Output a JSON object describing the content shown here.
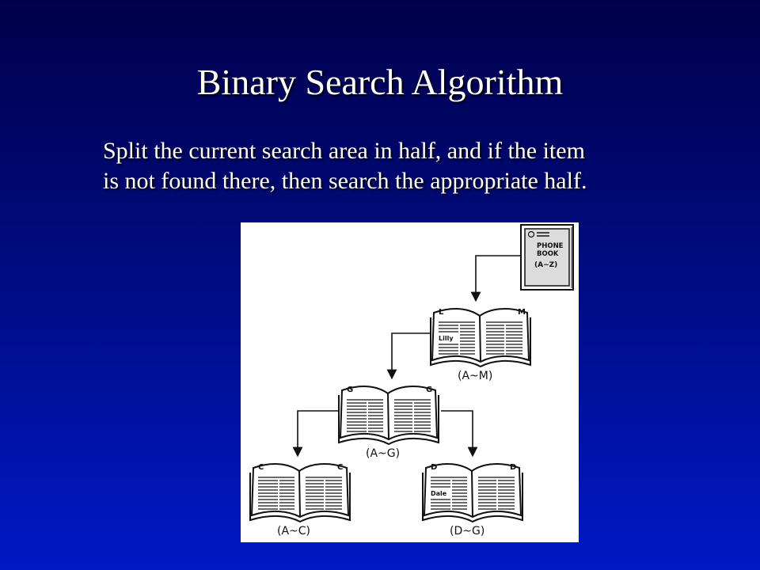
{
  "slide": {
    "title": "Binary Search Algorithm",
    "description_line1": "Split the current search area in half, and if the item",
    "description_line2": "is not found there, then search the appropriate half."
  },
  "diagram": {
    "phone_book": {
      "label_line1": "PHONE",
      "label_line2": "BOOK",
      "range": "(A~Z)"
    },
    "books": [
      {
        "left_letter": "L",
        "right_letter": "M",
        "name": "Lilly",
        "range": "(A~M)"
      },
      {
        "left_letter": "G",
        "right_letter": "G",
        "name": "",
        "range": "(A~G)"
      },
      {
        "left_letter": "C",
        "right_letter": "C",
        "name": "",
        "range": "(A~C)"
      },
      {
        "left_letter": "D",
        "right_letter": "D",
        "name": "Dale",
        "range": "(D~G)"
      }
    ]
  },
  "colors": {
    "background_top": "#00004a",
    "background_bottom": "#0019c6",
    "text": "#ffffff"
  }
}
